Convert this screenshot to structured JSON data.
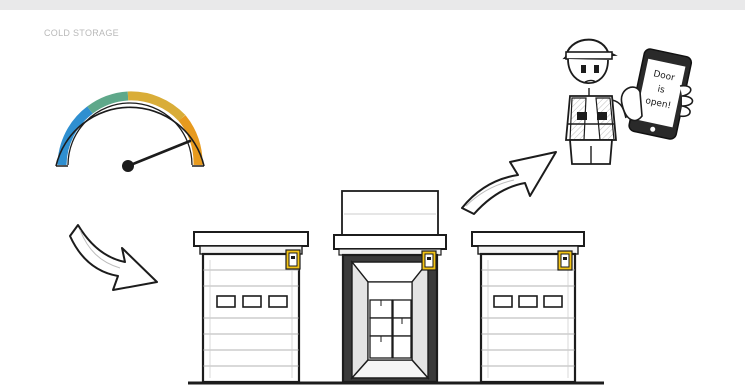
{
  "header": {
    "title": "COLD STORAGE"
  },
  "phone": {
    "message_lines": [
      "Door",
      "is",
      "open!"
    ]
  },
  "colors": {
    "gauge_blue": "#2f8fd0",
    "gauge_green": "#5fa88a",
    "gauge_yellow": "#d9ad38",
    "gauge_orange": "#e79a1e",
    "sensor_yellow": "#f3c416",
    "outline": "#1c1c1c"
  },
  "icons": [
    "temperature-gauge-icon",
    "curved-arrow-down-icon",
    "curved-arrow-up-icon",
    "warehouse-worker-icon",
    "smartphone-icon",
    "door-sensor-icon"
  ]
}
